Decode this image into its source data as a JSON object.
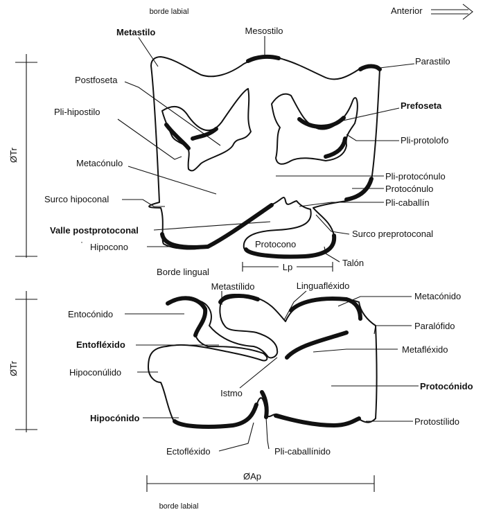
{
  "top": {
    "labial": "borde labial",
    "anterior": "Anterior",
    "lingual": "Borde lingual",
    "dim_tr": "ØTr",
    "dim_lp": "Lp",
    "labels": {
      "metastilo": "Metastilo",
      "mesostilo": "Mesostilo",
      "parastilo": "Parastilo",
      "postfoseta": "Postfoseta",
      "prefoseta": "Prefoseta",
      "pli_hipostilo": "Pli-hipostilo",
      "pli_protolofo": "Pli-protolofo",
      "metaconulo": "Metacónulo",
      "pli_protoconulo": "Pli-protocónulo",
      "protoconulo": "Protocónulo",
      "surco_hipoconal": "Surco hipoconal",
      "pli_caballin": "Pli-caballín",
      "valle_postprotoconal": "Valle postprotoconal",
      "surco_preprotoconal": "Surco preprotoconal",
      "hipocono": "Hipocono",
      "protocono": "Protocono",
      "talon": "Talón"
    }
  },
  "bottom": {
    "labial": "borde labial",
    "dim_tr": "ØTr",
    "dim_ap": "ØAp",
    "labels": {
      "metastilido": "Metastílido",
      "linguaflexido": "Linguafléxido",
      "metaconido": "Metacónido",
      "entoconido": "Entocónido",
      "paralofido": "Paralófido",
      "entoflexido": "Entofléxido",
      "metaflexido": "Metafléxido",
      "hipoconulido": "Hipoconúlido",
      "istmo": "Istmo",
      "protoconido": "Protocónido",
      "hipoconido": "Hipocónido",
      "protostilido": "Protostílido",
      "ectoflexido": "Ectofléxido",
      "pli_caballinido": "Pli-caballínido"
    }
  }
}
